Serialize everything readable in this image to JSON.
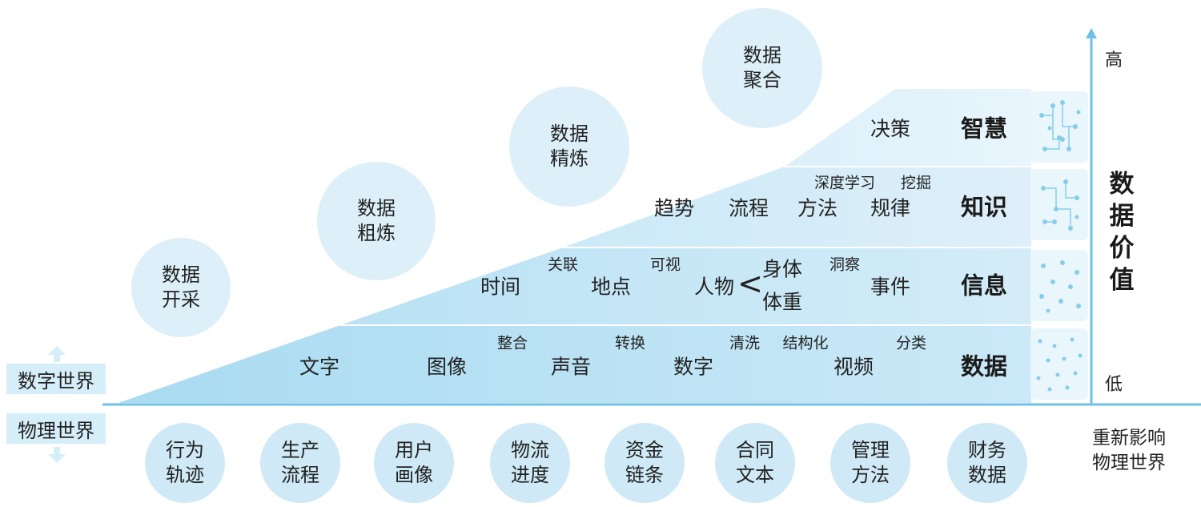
{
  "bubbles_top": [
    {
      "line1": "数据",
      "line2": "开采"
    },
    {
      "line1": "数据",
      "line2": "粗炼"
    },
    {
      "line1": "数据",
      "line2": "精炼"
    },
    {
      "line1": "数据",
      "line2": "聚合"
    }
  ],
  "levels": {
    "wisdom": {
      "label": "智慧",
      "words": [
        "决策"
      ]
    },
    "knowledge": {
      "label": "知识",
      "words": [
        "趋势",
        "流程",
        "方法",
        "规律"
      ],
      "annotations": [
        "深度学习",
        "挖掘"
      ]
    },
    "information": {
      "label": "信息",
      "words": [
        "时间",
        "地点",
        "人物",
        "身体",
        "体重",
        "事件"
      ],
      "annotations": [
        "关联",
        "可视",
        "洞察"
      ]
    },
    "data": {
      "label": "数据",
      "words": [
        "文字",
        "图像",
        "声音",
        "数字",
        "视频"
      ],
      "annotations": [
        "整合",
        "转换",
        "清洗",
        "结构化",
        "分类"
      ]
    }
  },
  "bracket": "<",
  "axis": {
    "label_chars": [
      "数",
      "据",
      "价",
      "值"
    ],
    "high": "高",
    "low": "低"
  },
  "worlds": {
    "digital": "数字世界",
    "physical": "物理世界"
  },
  "bubbles_bottom": [
    {
      "line1": "行为",
      "line2": "轨迹"
    },
    {
      "line1": "生产",
      "line2": "流程"
    },
    {
      "line1": "用户",
      "line2": "画像"
    },
    {
      "line1": "物流",
      "line2": "进度"
    },
    {
      "line1": "资金",
      "line2": "链条"
    },
    {
      "line1": "合同",
      "line2": "文本"
    },
    {
      "line1": "管理",
      "line2": "方法"
    },
    {
      "line1": "财务",
      "line2": "数据"
    }
  ],
  "reshape": {
    "line1": "重新影响",
    "line2": "物理世界"
  },
  "colors": {
    "axis": "#6fc0e6",
    "band_light": "#e7f4fb",
    "band_dark": "#a9dbf1",
    "bubble": "#ddf0fa",
    "dot": "#86cdec"
  }
}
